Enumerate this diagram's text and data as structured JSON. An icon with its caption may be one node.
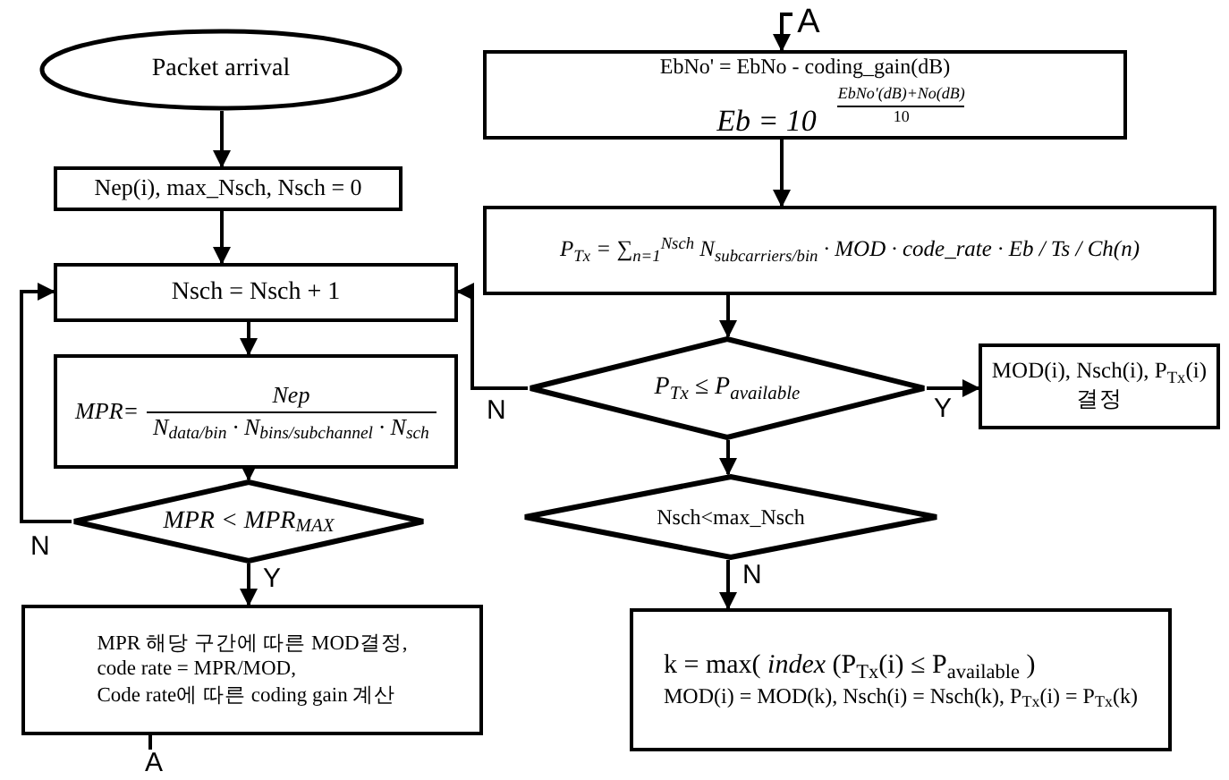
{
  "diagram": {
    "nodes": [
      {
        "text": [
          "Packet arrival"
        ]
      },
      {
        "text": [
          "Nep(i), max_Nsch, Nsch = 0"
        ]
      },
      {
        "text": [
          "Nsch = Nsch + 1"
        ]
      },
      {
        "text": [
          "MPR=",
          "Nep",
          "N$_{data/bin}$ · N$_{bins/subchannel}$ · N$_{sch}$"
        ]
      },
      {
        "text": [
          "MPR < MPR$_{MAX}$"
        ]
      },
      {
        "text": [
          "MPR 해당 구간에 따른 MOD결정,",
          "code rate = MPR/MOD,",
          "Code rate에 따른 coding gain 계산"
        ]
      },
      {
        "text": [
          "A"
        ]
      },
      {
        "text": [
          "A"
        ]
      },
      {
        "text": [
          "EbNo' = EbNo - coding_gain(dB)",
          "Eb = 10",
          "EbNo'(dB)+No(dB)",
          "10"
        ]
      },
      {
        "text": [
          "P$_{Tx}$ = ∑$_{n=1}$$^{Nsch}$ N$_{subcarriers/bin}$ · MOD · code_rate · Eb / Ts / Ch(n)"
        ]
      },
      {
        "text": [
          "P$_{Tx}$ ≤ P$_{available}$"
        ]
      },
      {
        "text": [
          "MOD(i), Nsch(i), P$_{Tx}$(i) 결정"
        ]
      },
      {
        "text": [
          "Nsch<max_Nsch"
        ]
      },
      {
        "text": [
          "k = max( *index* (P$_{Tx}$(i) ≤ P$_{available}$ )",
          "MOD(i) = MOD(k), Nsch(i) = Nsch(k), P$_{Tx}$(i) = P$_{Tx}$(k)"
        ]
      }
    ],
    "edges": [
      {
        "from": 0,
        "to": 1,
        "arrow": "to"
      },
      {
        "from": 1,
        "to": 2,
        "arrow": "to"
      },
      {
        "from": 2,
        "to": 3,
        "arrow": "to"
      },
      {
        "from": 3,
        "to": 4,
        "arrow": "to"
      },
      {
        "from": 4,
        "to": 2,
        "arrow": "to",
        "label": "N"
      },
      {
        "from": 4,
        "to": 5,
        "arrow": "to",
        "label": "Y"
      },
      {
        "from": 5,
        "to": 6,
        "arrow": "none"
      },
      {
        "from": 7,
        "to": 8,
        "arrow": "to"
      },
      {
        "from": 8,
        "to": 9,
        "arrow": "to"
      },
      {
        "from": 9,
        "to": 10,
        "arrow": "to"
      },
      {
        "from": 10,
        "to": 2,
        "arrow": "to",
        "label": "N"
      },
      {
        "from": 10,
        "to": 11,
        "arrow": "to",
        "label": "Y"
      },
      {
        "from": 10,
        "to": 12,
        "arrow": "to"
      },
      {
        "from": 12,
        "to": 13,
        "arrow": "to",
        "label": "N"
      }
    ]
  }
}
